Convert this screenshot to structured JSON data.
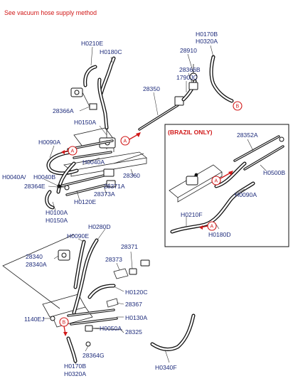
{
  "note": "See vacuum hose supply method",
  "brazil_title": "(BRAZIL ONLY)",
  "callouts": [
    "A",
    "A",
    "A",
    "B",
    "B"
  ],
  "labels": {
    "h0210e": "H0210E",
    "h0180c": "H0180C",
    "h0170b_top": "H0170B",
    "h0320a_top": "H0320A",
    "n28910": "28910",
    "n28366b": "28366B",
    "n1790jc": "1790JC",
    "n28350": "28350",
    "n28366a": "28366A",
    "h0150a": "H0150A",
    "h0090a_left": "H0090A",
    "h0040a_mid": "H0040A",
    "h0040a_left": "H0040A/",
    "h0040b": "H0040B",
    "n28364e": "28364E",
    "n28371a": "28371A",
    "n28373a": "28373A",
    "n28360": "28360",
    "h0120e": "H0120E",
    "h0100a": "H0100A",
    "h0150a_low": "H0150A",
    "n28352a": "28352A",
    "h0500b": "H0500B",
    "h0090a_right": "H0090A",
    "h0210f": "H0210F",
    "h0180d": "H0180D",
    "h0280d": "H0280D",
    "h0090e": "H0090E",
    "n28340": "28340",
    "n28340a": "28340A",
    "n28371": "28371",
    "n28373": "28373",
    "h0120c": "H0120C",
    "n28367": "28367",
    "n1140ej": "1140EJ",
    "h0130a": "H0130A",
    "h0050a": "H0050A",
    "n28325": "28325",
    "n28364g": "28364G",
    "h0170b_bot": "H0170B",
    "h0320a_bot": "H0320A",
    "h0340f": "H0340F"
  }
}
